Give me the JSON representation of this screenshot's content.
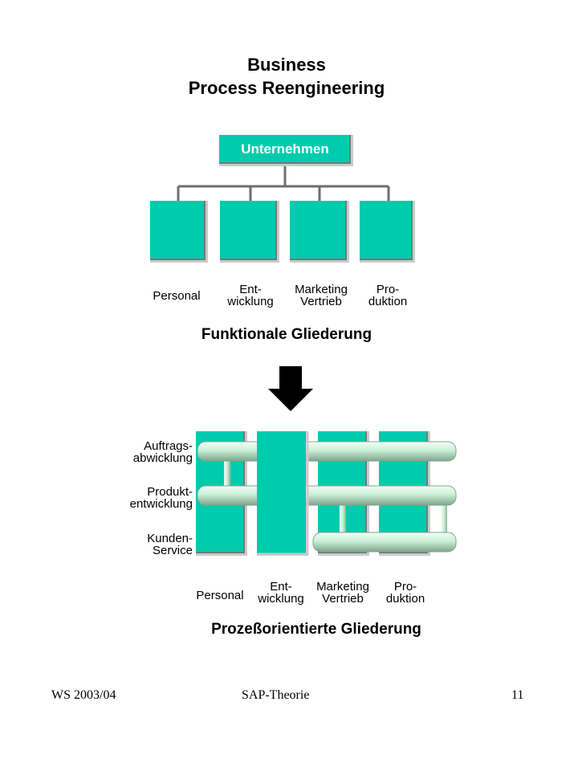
{
  "title": {
    "line1": "Business",
    "line2": "Process Reengineering"
  },
  "top_diagram": {
    "root": "Unternehmen",
    "departments": [
      {
        "label": "Personal"
      },
      {
        "label": "Ent-\nwicklung"
      },
      {
        "label": "Marketing\nVertrieb"
      },
      {
        "label": "Pro-\nduktion"
      }
    ],
    "caption": "Funktionale Gliederung"
  },
  "bottom_diagram": {
    "processes": [
      {
        "label": "Auftrags-\nabwicklung"
      },
      {
        "label": "Produkt-\nentwicklung"
      },
      {
        "label": "Kunden-\nService"
      }
    ],
    "departments": [
      {
        "label": "Personal"
      },
      {
        "label": "Ent-\nwicklung"
      },
      {
        "label": "Marketing\nVertrieb"
      },
      {
        "label": "Pro-\nduktion"
      }
    ],
    "caption": "Prozeßorientierte Gliederung"
  },
  "footer": {
    "left": "WS 2003/04",
    "center": "SAP-Theorie",
    "right": "11"
  },
  "colors": {
    "box": "#00cbad",
    "pipe": "#c9f0d6",
    "arrow": "#000000"
  }
}
